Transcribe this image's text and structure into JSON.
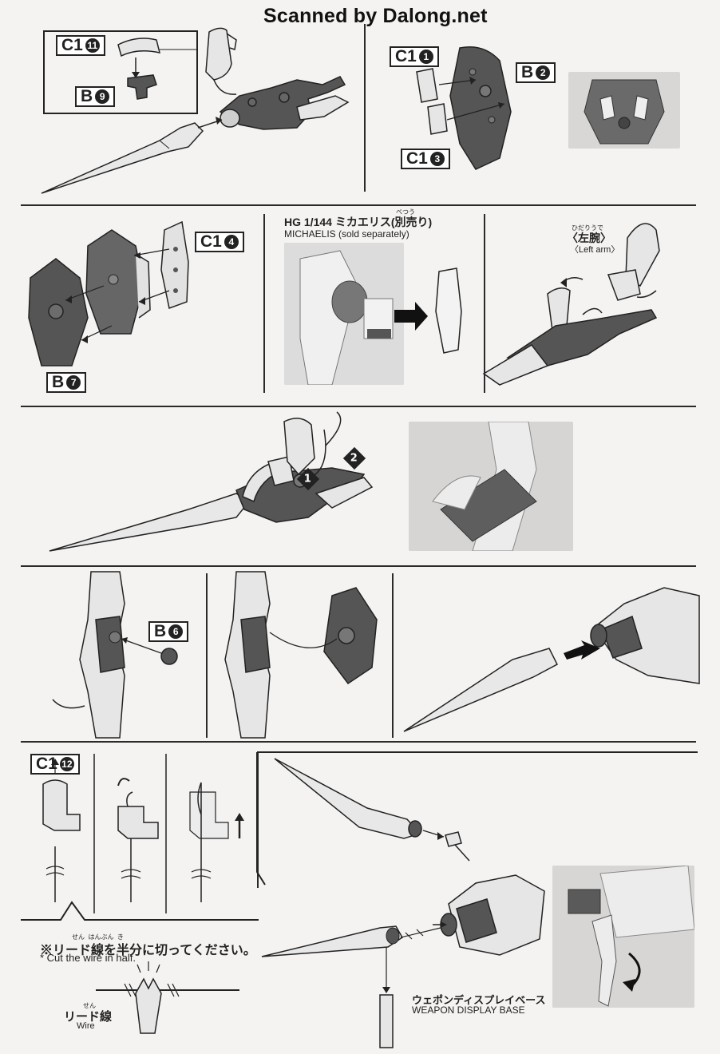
{
  "header": {
    "watermark": "Scanned by Dalong.net"
  },
  "parts": {
    "c1_11": {
      "sprue": "C1",
      "num": "11"
    },
    "b9": {
      "sprue": "B",
      "num": "9"
    },
    "c1_1": {
      "sprue": "C1",
      "num": "1"
    },
    "c1_3": {
      "sprue": "C1",
      "num": "3"
    },
    "b2": {
      "sprue": "B",
      "num": "2"
    },
    "c1_4": {
      "sprue": "C1",
      "num": "4"
    },
    "b7": {
      "sprue": "B",
      "num": "7"
    },
    "b6": {
      "sprue": "B",
      "num": "6"
    },
    "c1_12": {
      "sprue": "C1",
      "num": "12"
    }
  },
  "row2": {
    "kit_title": "HG 1/144 ミカエリス(別売り)",
    "kit_ruby": "べつう",
    "kit_en": "MICHAELIS (sold separately)",
    "left_arm_ruby": "ひだりうで",
    "left_arm_jp": "〈左腕〉",
    "left_arm_en": "〈Left arm〉"
  },
  "row3": {
    "step1": "1",
    "step2": "2"
  },
  "row6": {
    "cut_note_ruby": "せん  はんぶん  き",
    "cut_note_jp": "※リード線を半分に切ってください。",
    "cut_note_en": "* Cut the wire in half.",
    "wire_ruby": "せん",
    "wire_jp": "リード線",
    "wire_en": "Wire",
    "base_jp": "ウェポンディスプレイベース",
    "base_en": "WEAPON DISPLAY BASE"
  },
  "colors": {
    "part_dark": "#555555",
    "part_light": "#e6e6e6",
    "line": "#222222",
    "photo_bg": "#d7d6d4"
  }
}
